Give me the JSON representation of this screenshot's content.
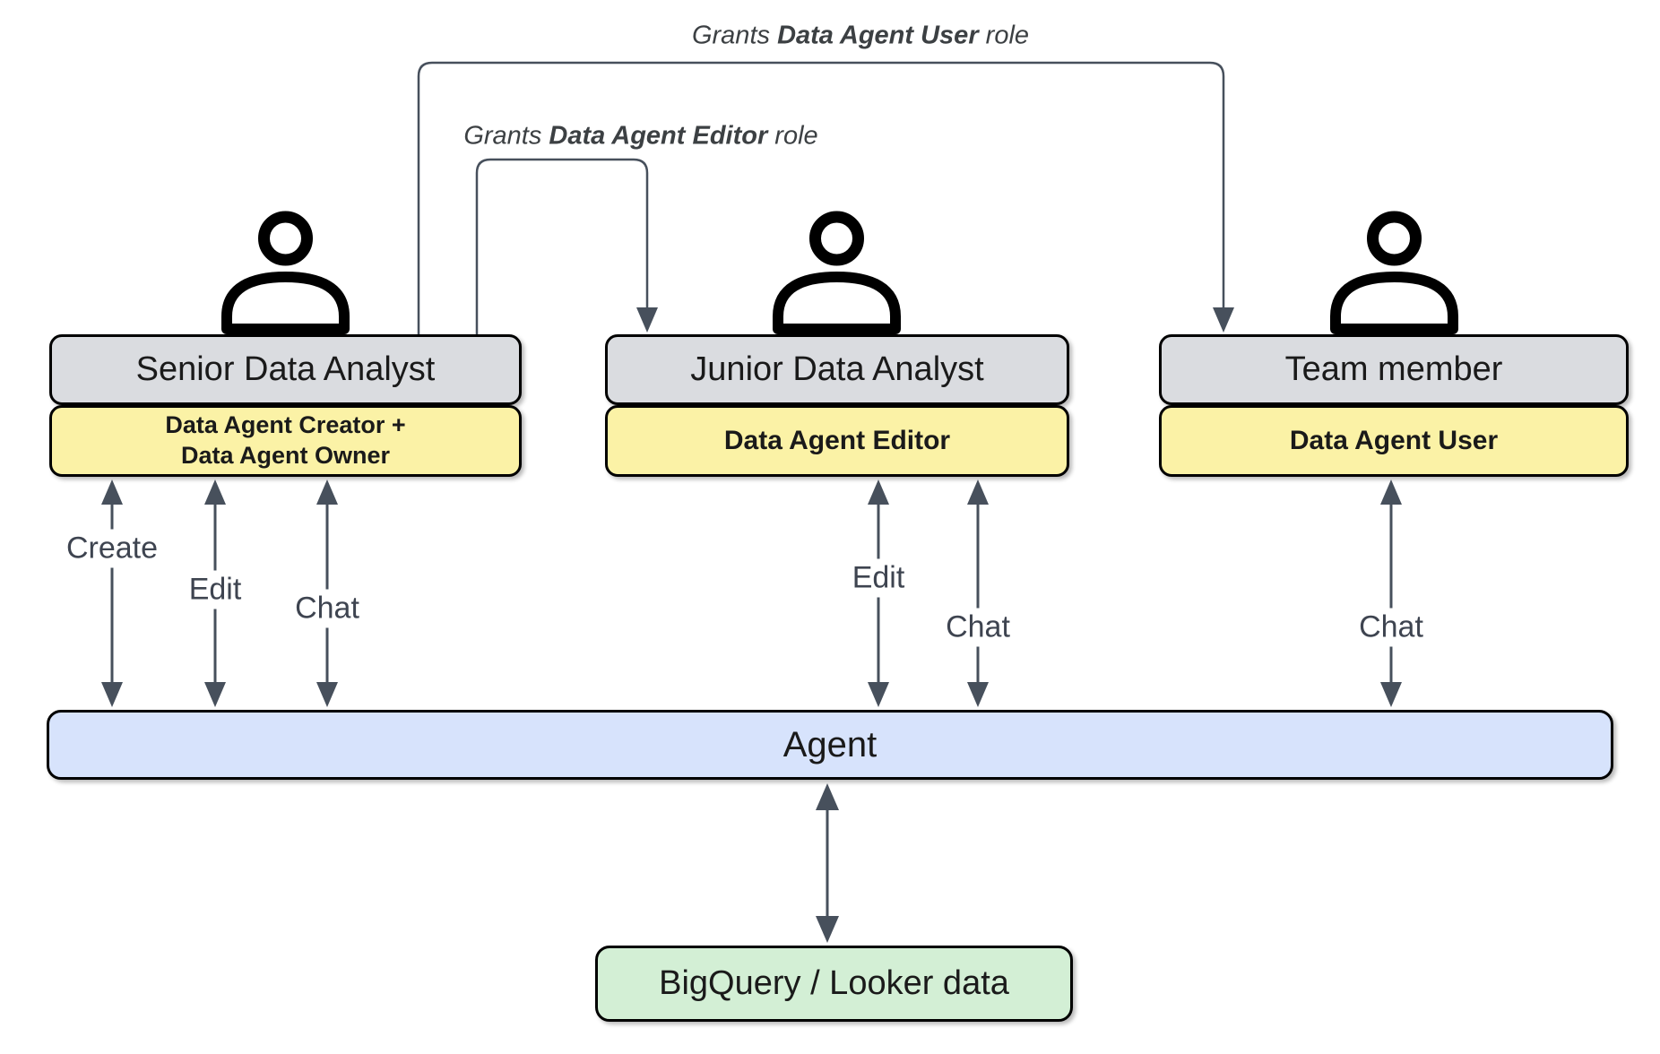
{
  "diagram": {
    "grants": {
      "user": {
        "prefix": "Grants ",
        "bold": "Data Agent User",
        "suffix": " role"
      },
      "editor": {
        "prefix": "Grants ",
        "bold": "Data Agent Editor",
        "suffix": " role"
      }
    },
    "columns": [
      {
        "title": "Senior Data Analyst",
        "role": "Data Agent Creator +\nData Agent Owner",
        "actions": [
          "Create",
          "Edit",
          "Chat"
        ]
      },
      {
        "title": "Junior Data Analyst",
        "role": "Data Agent Editor",
        "actions": [
          "Edit",
          "Chat"
        ]
      },
      {
        "title": "Team member",
        "role": "Data Agent User",
        "actions": [
          "Chat"
        ]
      }
    ],
    "agent": {
      "label": "Agent"
    },
    "datastore": {
      "label": "BigQuery / Looker data"
    },
    "colors": {
      "title_box": "#dadce0",
      "role_box": "#fbf2a6",
      "agent_bar": "#d7e3fc",
      "datastore_box": "#d3efd5",
      "arrow": "#47505c",
      "border": "#000000"
    }
  }
}
